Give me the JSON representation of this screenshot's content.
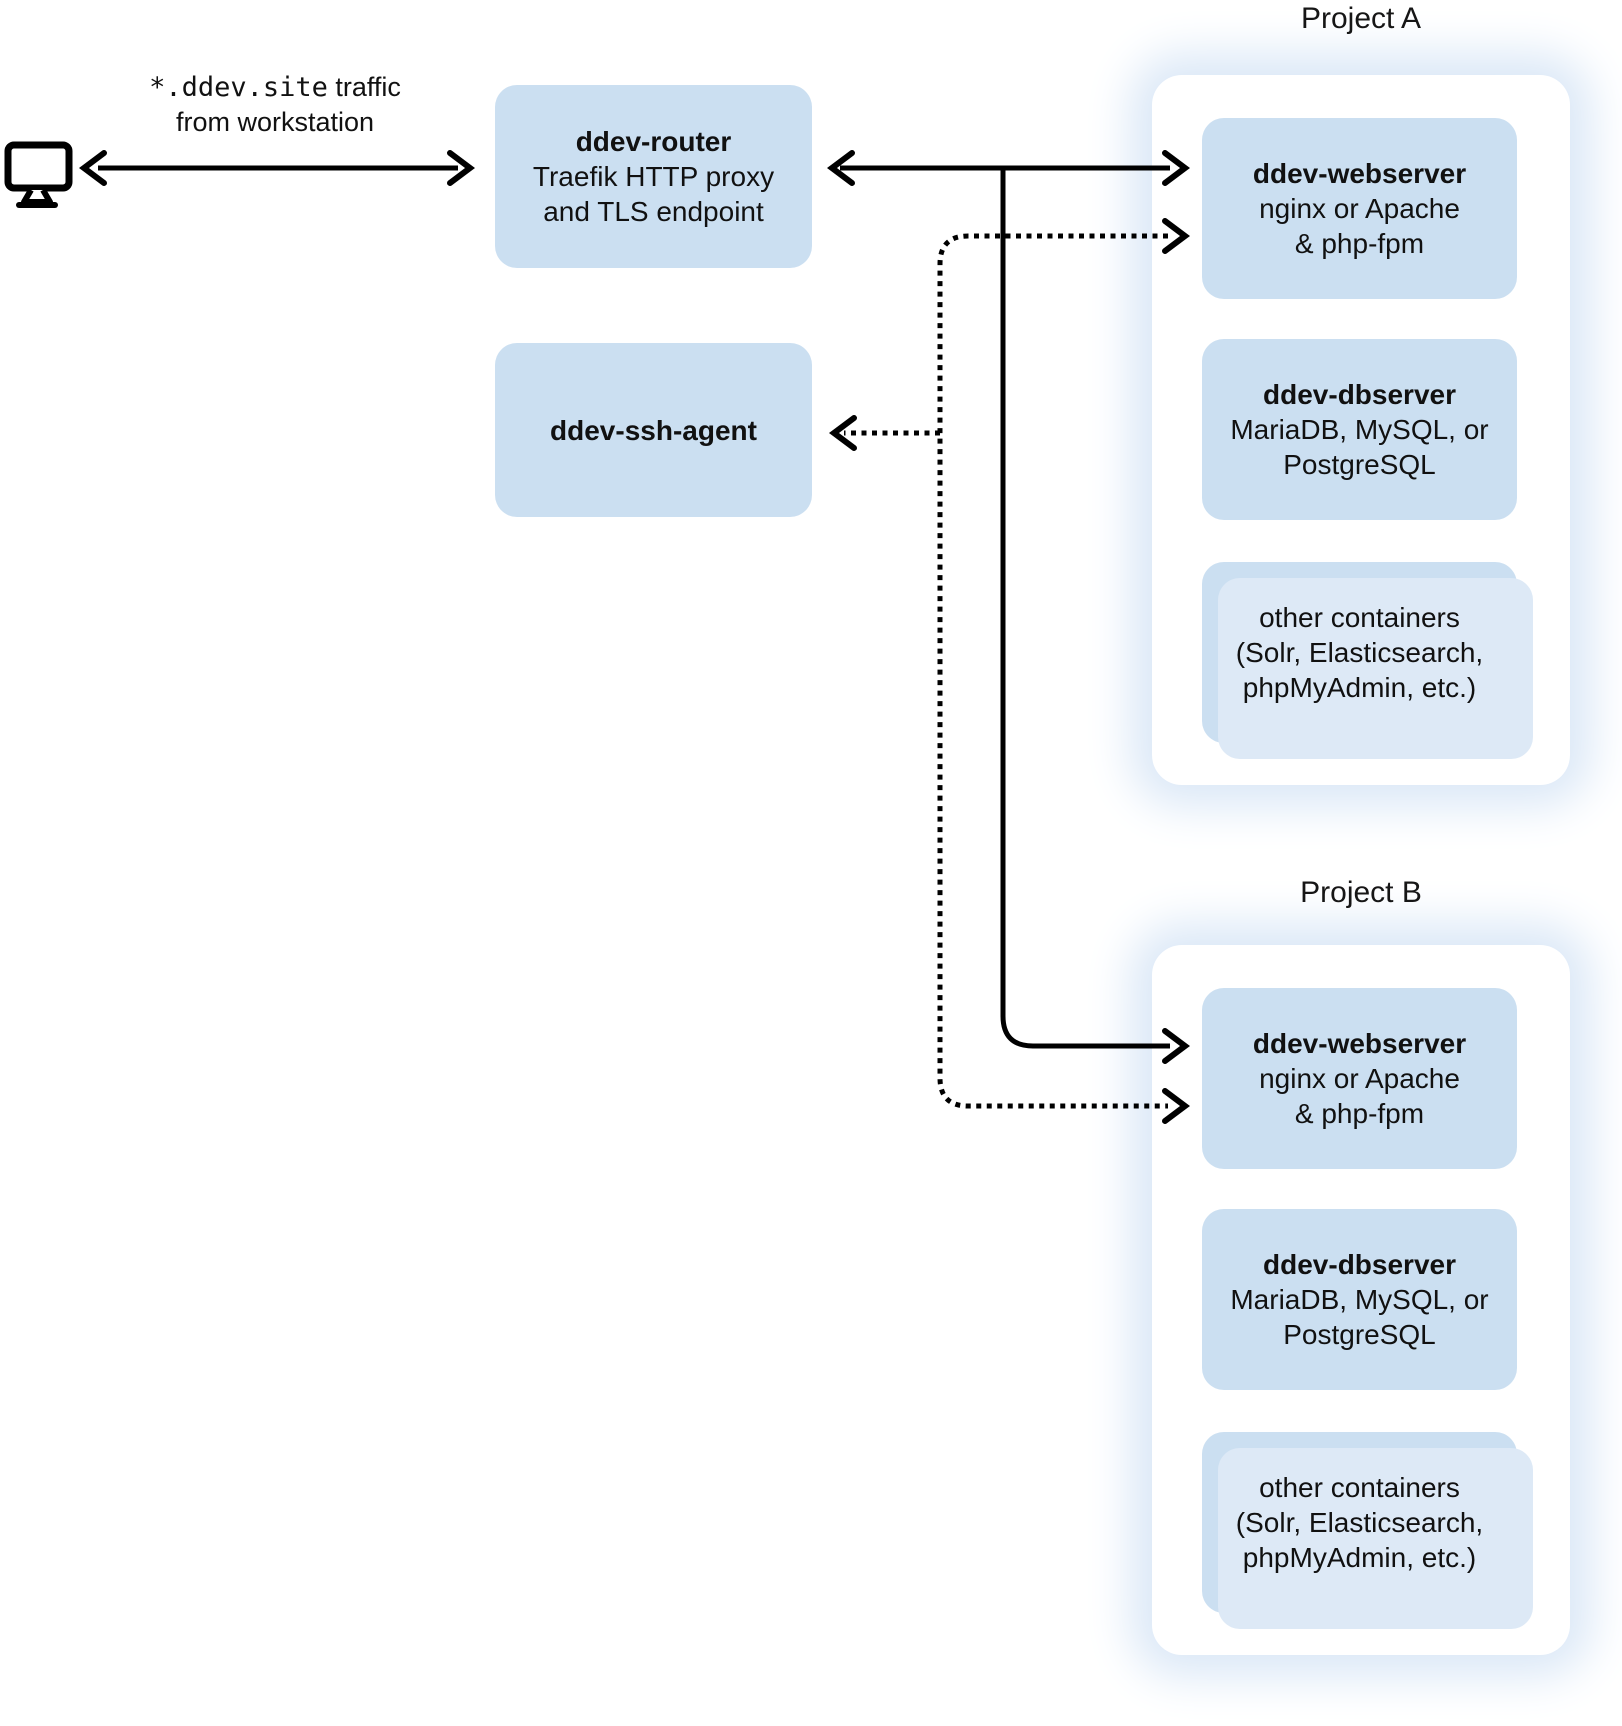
{
  "workstation": {
    "icon": "monitor-icon",
    "label_mono": "*.ddev.site",
    "label_suffix": " traffic",
    "label_line2": "from workstation"
  },
  "router": {
    "title": "ddev-router",
    "subtitle_line1": "Traefik HTTP proxy",
    "subtitle_line2": "and TLS endpoint"
  },
  "ssh_agent": {
    "title": "ddev-ssh-agent"
  },
  "projects": [
    {
      "label": "Project A",
      "webserver": {
        "title": "ddev-webserver",
        "line1": "nginx or Apache",
        "line2": "& php-fpm"
      },
      "dbserver": {
        "title": "ddev-dbserver",
        "line1": "MariaDB, MySQL, or",
        "line2": "PostgreSQL"
      },
      "other": {
        "line1": "other containers",
        "line2": "(Solr, Elasticsearch,",
        "line3": "phpMyAdmin, etc.)"
      }
    },
    {
      "label": "Project B",
      "webserver": {
        "title": "ddev-webserver",
        "line1": "nginx or Apache",
        "line2": "& php-fpm"
      },
      "dbserver": {
        "title": "ddev-dbserver",
        "line1": "MariaDB, MySQL, or",
        "line2": "PostgreSQL"
      },
      "other": {
        "line1": "other containers",
        "line2": "(Solr, Elasticsearch,",
        "line3": "phpMyAdmin, etc.)"
      }
    }
  ],
  "connections": [
    {
      "between": [
        "workstation",
        "ddev-router"
      ],
      "style": "solid",
      "arrows": "both"
    },
    {
      "between": [
        "ddev-router",
        "project-a.ddev-webserver"
      ],
      "style": "solid",
      "arrows": "both"
    },
    {
      "between": [
        "ddev-router",
        "project-b.ddev-webserver"
      ],
      "style": "solid",
      "arrows": "end"
    },
    {
      "between": [
        "dotted-trunk",
        "project-a.ddev-webserver"
      ],
      "style": "dotted",
      "arrows": "end"
    },
    {
      "between": [
        "dotted-trunk",
        "project-b.ddev-webserver"
      ],
      "style": "dotted",
      "arrows": "end"
    },
    {
      "between": [
        "dotted-trunk",
        "ddev-ssh-agent"
      ],
      "style": "dotted",
      "arrows": "end"
    }
  ],
  "colors": {
    "box_fill": "#cbdff1",
    "box_stack_fill": "#dde9f6",
    "container_fill": "#ffffff",
    "container_glow": "#dbe8f7",
    "line_black": "#000000",
    "text_dark": "#111111",
    "page_background": "#ffffff"
  }
}
